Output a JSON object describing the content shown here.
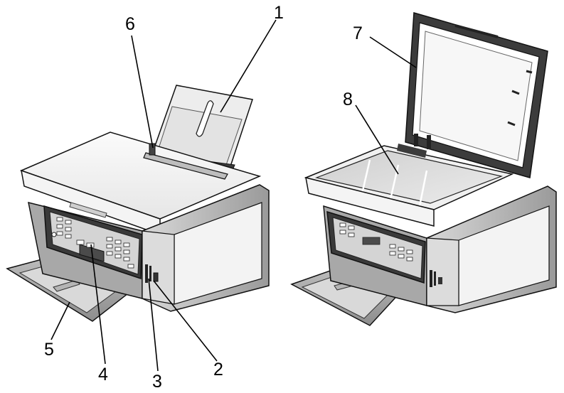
{
  "callouts": [
    {
      "id": "1",
      "label": "1"
    },
    {
      "id": "2",
      "label": "2"
    },
    {
      "id": "3",
      "label": "3"
    },
    {
      "id": "4",
      "label": "4"
    },
    {
      "id": "5",
      "label": "5"
    },
    {
      "id": "6",
      "label": "6"
    },
    {
      "id": "7",
      "label": "7"
    },
    {
      "id": "8",
      "label": "8"
    }
  ],
  "colors": {
    "outline": "#111111",
    "body_light": "#f2f2f2",
    "body_mid": "#cfcfcf",
    "body_dark": "#8a8a8a",
    "panel_dark": "#3a3a3a",
    "glass": "#d6d6d6"
  }
}
